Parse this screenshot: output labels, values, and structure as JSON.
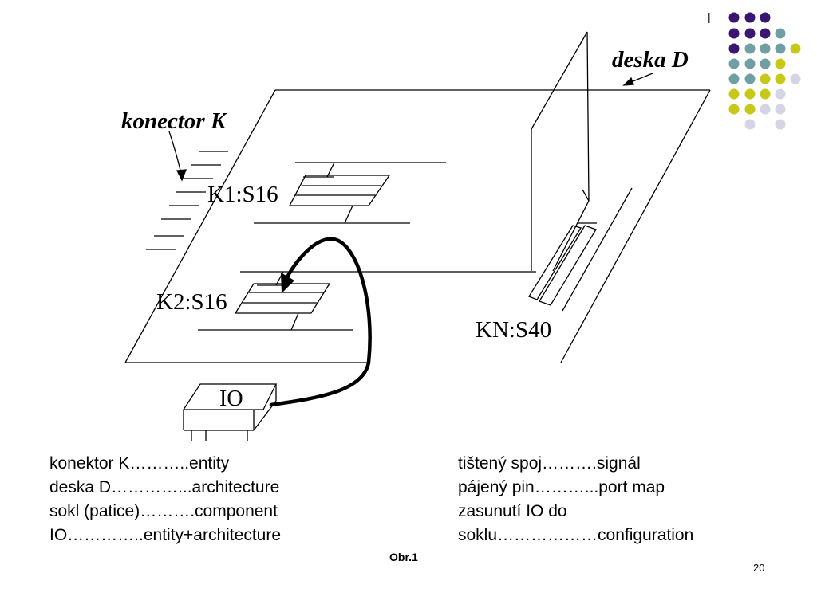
{
  "diagram": {
    "labels": {
      "connector": "konector K",
      "board": "deska D",
      "k1": "K1:S16",
      "k2": "K2:S16",
      "kn": "KN:S40",
      "io": "IO"
    }
  },
  "legend_left": [
    "konektor K………..entity",
    "deska D…………...architecture",
    "sokl (patice)……….component",
    "IO…………..entity+architecture"
  ],
  "legend_right": [
    "tištený spoj……….signál",
    "pájený pin………...port map",
    "zasunutí IO do",
    "soklu………………configuration"
  ],
  "caption": "Obr.1",
  "page_number": "20",
  "corner_mark": "|",
  "colors": {
    "purple": "#3a1670",
    "teal": "#6f9fa3",
    "yellow": "#c8c81b",
    "lavender": "#d4d4e6",
    "line": "#000000"
  }
}
